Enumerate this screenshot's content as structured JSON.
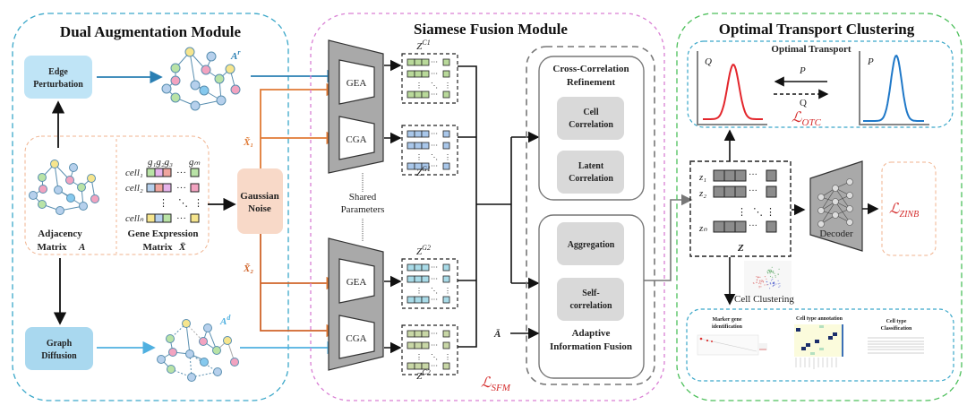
{
  "modules": {
    "dual_augmentation": {
      "title": "Dual Augmentation Module",
      "edge_perturbation": [
        "Edge",
        "Perturbation"
      ],
      "graph_diffusion": [
        "Graph",
        "Diffusion"
      ],
      "graph_r_label": "A",
      "graph_r_sup": "r",
      "graph_d_label": "A",
      "graph_d_sup": "d",
      "adjacency": [
        "Adjacency",
        "Matrix"
      ],
      "adjacency_symbol": "A",
      "gene_expr": [
        "Gene Expression",
        "Matrix"
      ],
      "gene_expr_symbol": "X̄",
      "gene_headers": [
        "g₁g₂g₃",
        "gₘ"
      ],
      "cell_rows": [
        "cell₁",
        "cell₂",
        "cellₙ"
      ],
      "gaussian_noise": [
        "Gaussian",
        "Noise"
      ],
      "x1_label": "X̃₁",
      "x2_label": "X̃₂"
    },
    "siamese_fusion": {
      "title": "Siamese Fusion Module",
      "encoders": [
        "GEA",
        "CGA",
        "GEA",
        "CGA"
      ],
      "shared_params": [
        "Shared",
        "Parameters"
      ],
      "z_labels": [
        "Z",
        "Z",
        "Z",
        "Z"
      ],
      "z_sups": [
        "C1",
        "G1",
        "G2",
        "C2"
      ],
      "ccr_title": [
        "Cross-Correlation",
        "Refinement"
      ],
      "cell_correlation": [
        "Cell",
        "Correlation"
      ],
      "latent_correlation": [
        "Latent",
        "Correlation"
      ],
      "aggregation": "Aggregation",
      "self_correlation": [
        "Self-",
        "correlation"
      ],
      "aif_title": [
        "Adaptive",
        "Information Fusion"
      ],
      "a_bar": "Ā",
      "loss": "ℒ",
      "loss_sub": "SFM"
    },
    "ot_clustering": {
      "title": "Optimal Transport Clustering",
      "ot_title": "Optimal Transport",
      "q_axis": "Q",
      "p_axis": "P",
      "arrow_p": "P",
      "arrow_q": "Q",
      "loss": "ℒ",
      "loss_sub": "OTC",
      "z_rows": [
        "z₁",
        "z₂",
        "zₙ"
      ],
      "z_label": "Z",
      "decoder": "Decoder",
      "zinb_loss": "ℒ",
      "zinb_sub": "ZINB",
      "cell_clustering": "Cell Clustering",
      "tasks": [
        [
          "Marker gene",
          "identification"
        ],
        [
          "Cell type annotation"
        ],
        [
          "Cell type",
          "Classification"
        ]
      ]
    }
  },
  "colors": {
    "dam_border": "#3aa7c9",
    "sfm_border": "#d97fd4",
    "otc_border": "#4cbf5a",
    "blue_arrow": "#2a7fb3",
    "light_blue_arrow": "#4fb0e0",
    "orange_arrow": "#e07a35",
    "loss_red": "#d42a2a"
  }
}
